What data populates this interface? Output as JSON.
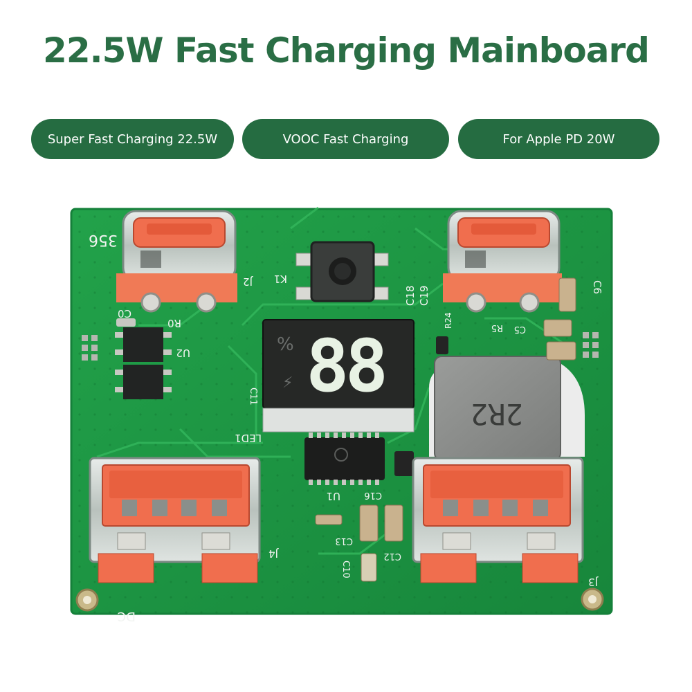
{
  "title": "22.5W Fast Charging Mainboard",
  "features": [
    "Super Fast Charging 22.5W",
    "VOOC Fast Charging",
    "For Apple PD 20W"
  ],
  "board": {
    "display_digits": "88",
    "display_percent": "%",
    "inductor_label": "2R2",
    "silkscreen": {
      "corner": "356",
      "k1": "K1",
      "j2": "J2",
      "c0": "C0",
      "r0": "R0",
      "u2": "U2",
      "c18": "C18",
      "c19": "C19",
      "r24": "R24",
      "r5": "R5",
      "c5": "C5",
      "c6": "C6",
      "c11": "C11",
      "led1": "LED1",
      "u1": "U1",
      "c16": "C16",
      "c13": "C13",
      "c12": "C12",
      "c10": "C10",
      "j4": "J4",
      "j3": "J3",
      "dc": "DC"
    }
  },
  "colors": {
    "title": "#2a6e45",
    "pill": "#256c41",
    "pcb": "#1e9a45",
    "connector": "#f06e4e"
  }
}
